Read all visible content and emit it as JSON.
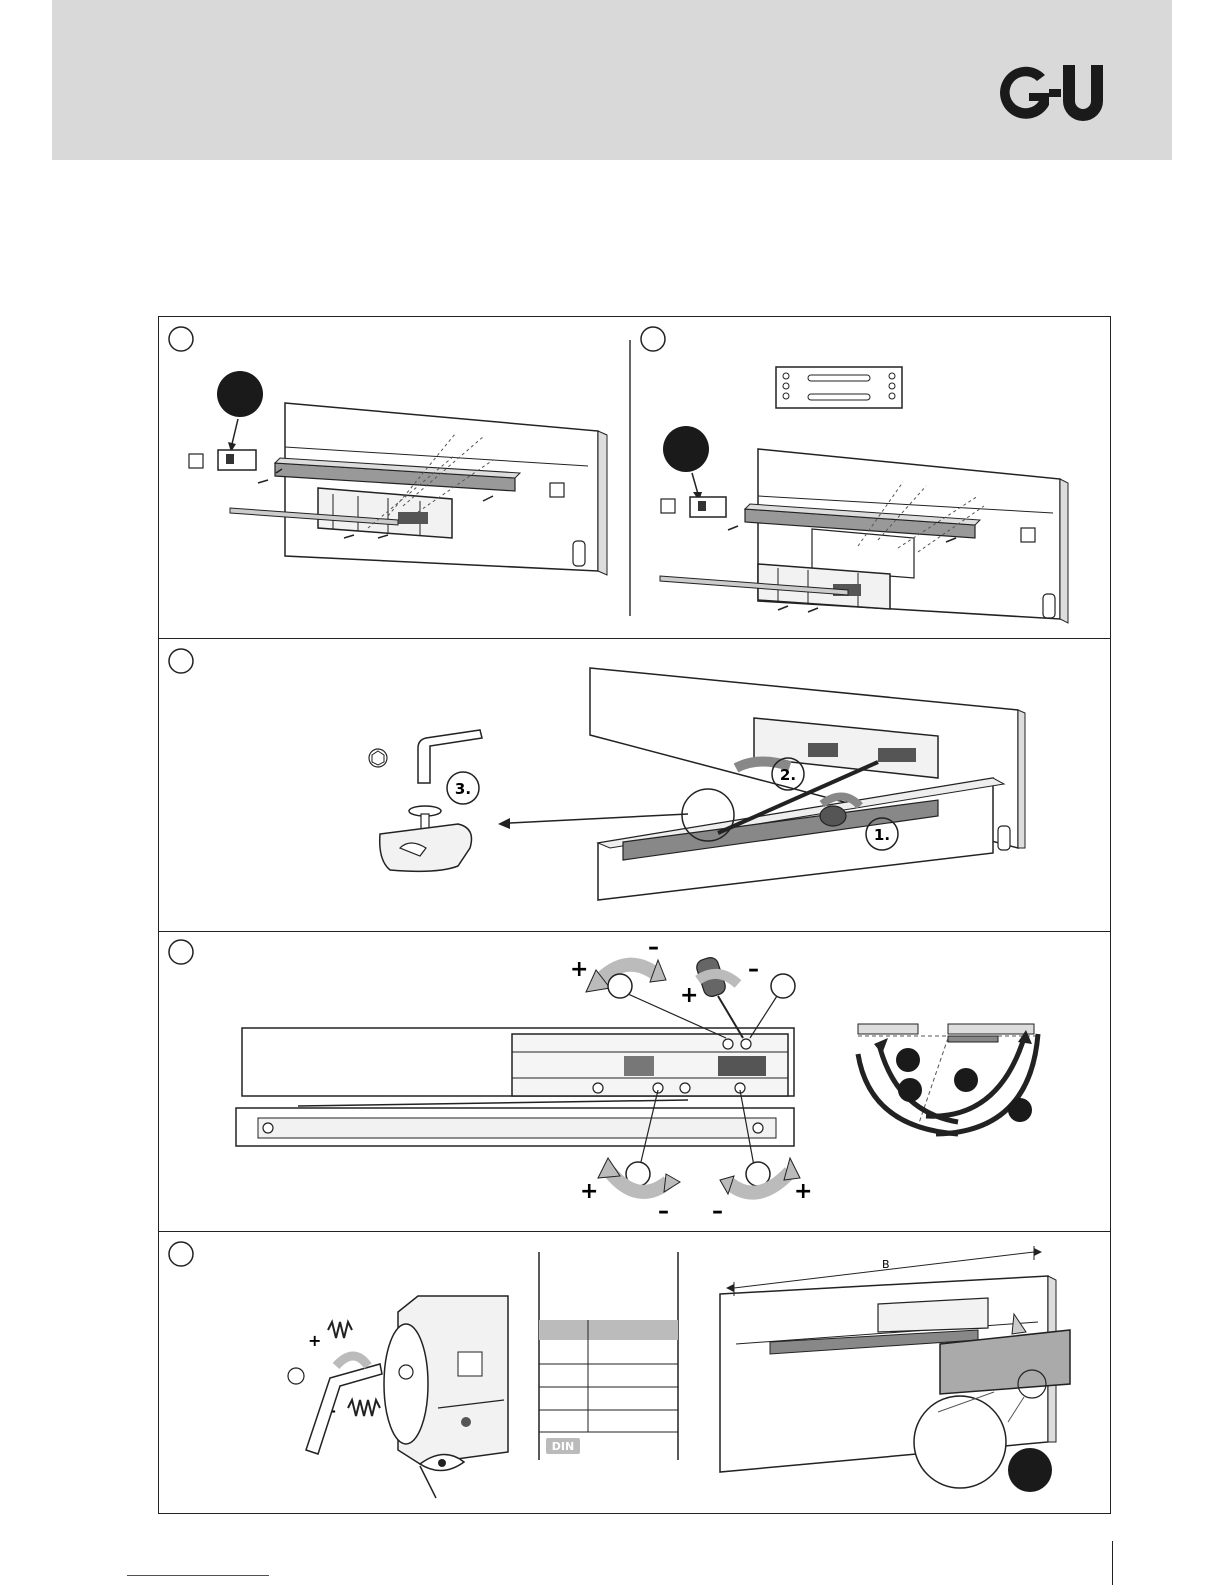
{
  "header": {
    "logo_text": "G-U",
    "logo_color": "#1a1a1a",
    "background": "#d9d9d9"
  },
  "steps": {
    "step_3": {
      "label": "3."
    },
    "step_2": {
      "label": "2."
    },
    "step_1": {
      "label": "1."
    }
  },
  "adjust": {
    "plus": "+",
    "minus": "–"
  },
  "fitting": {
    "dimension_label": "B",
    "din_label": "DIN"
  },
  "footer": {
    "link_color": "#2a4bd6"
  }
}
